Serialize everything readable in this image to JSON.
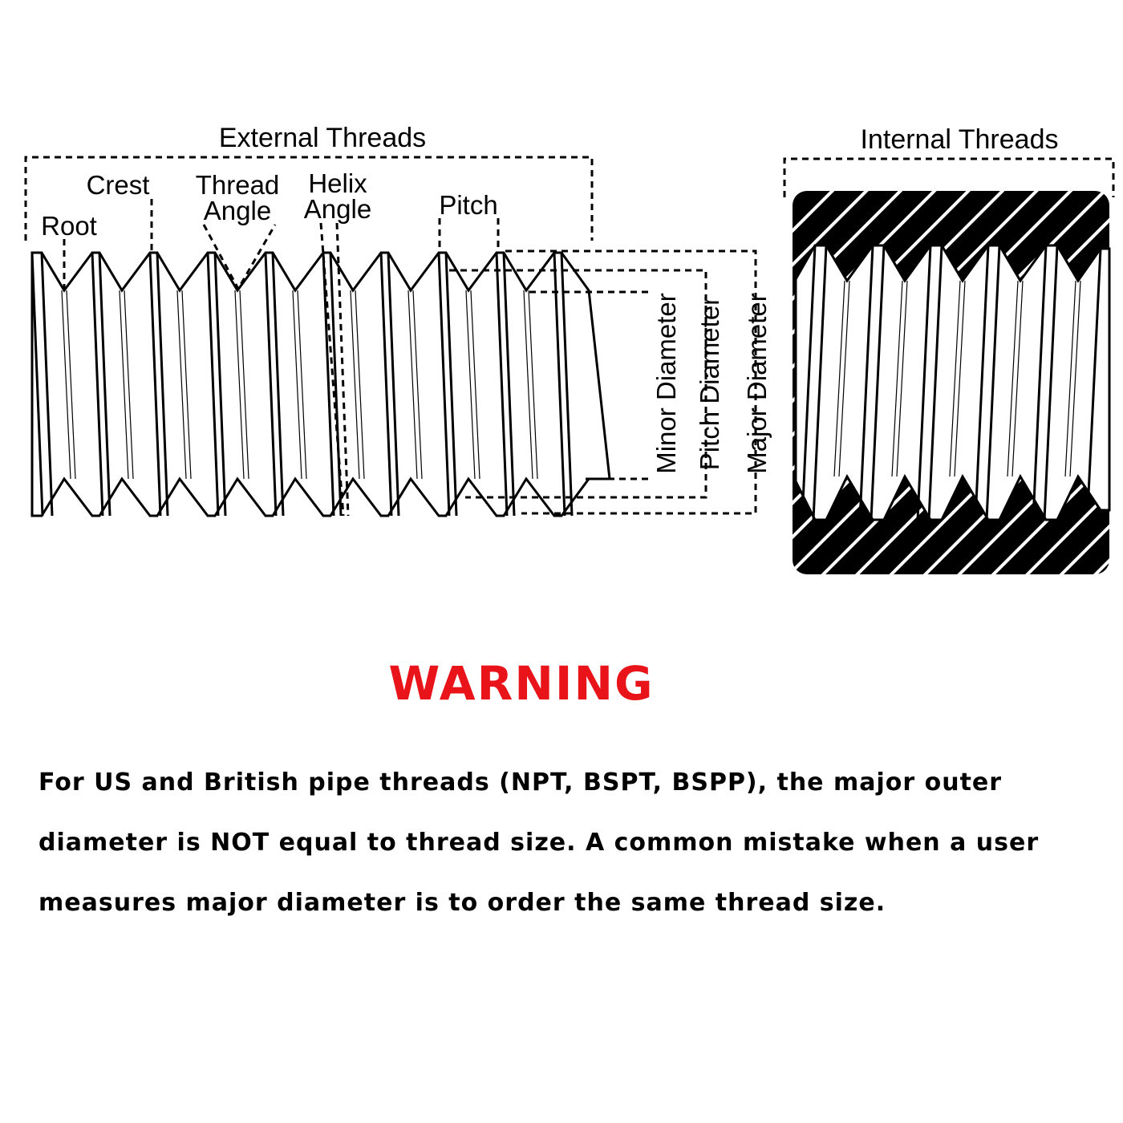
{
  "diagram": {
    "external_title": "External Threads",
    "internal_title": "Internal Threads",
    "labels": {
      "root": "Root",
      "crest": "Crest",
      "thread_angle_line1": "Thread",
      "thread_angle_line2": "Angle",
      "helix_angle_line1": "Helix",
      "helix_angle_line2": "Angle",
      "pitch": "Pitch",
      "minor_diameter": "Minor Diameter",
      "pitch_diameter": "Pitch Diameter",
      "major_diameter": "Major Diameter"
    }
  },
  "warning": {
    "title": "WARNING",
    "title_color": "#e8141a",
    "body": "For US and British pipe threads (NPT, BSPT, BSPP), the major outer diameter is NOT equal to thread size. A common mistake when a user measures major diameter is to order the same thread size."
  }
}
